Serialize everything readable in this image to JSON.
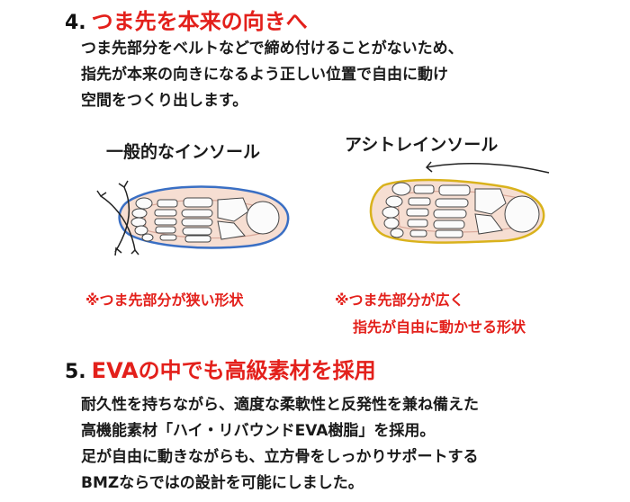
{
  "section4": {
    "number": "4.",
    "title": "つま先を本来の向きへ",
    "lines": [
      "つま先部分をベルトなどで締め付けることがないため、",
      "指先が本来の向きになるよう正しい位置で自由に動け",
      "空間をつくり出します。"
    ]
  },
  "figure": {
    "left_label": "一般的なインソール",
    "right_label": "アシトレインソール",
    "left_note": "※つま先部分が狭い形状",
    "right_note_1": "※つま先部分が広く",
    "right_note_2": "指先が自由に動かせる形状"
  },
  "section5": {
    "number": "5.",
    "title": "EVAの中でも高級素材を採用",
    "lines": [
      "耐久性を持ちながら、適度な柔軟性と反発性を兼ね備えた",
      "高機能素材「ハイ・リバウンドEVA樹脂」を採用。",
      "足が自由に動きながらも、立方骨をしっかりサポートする",
      "BMZならではの設計を可能にしました。"
    ]
  },
  "colors": {
    "accent_red": "#e3201b",
    "standard_outline": "#3a6fc4",
    "ashitore_outline": "#d9b21c"
  }
}
